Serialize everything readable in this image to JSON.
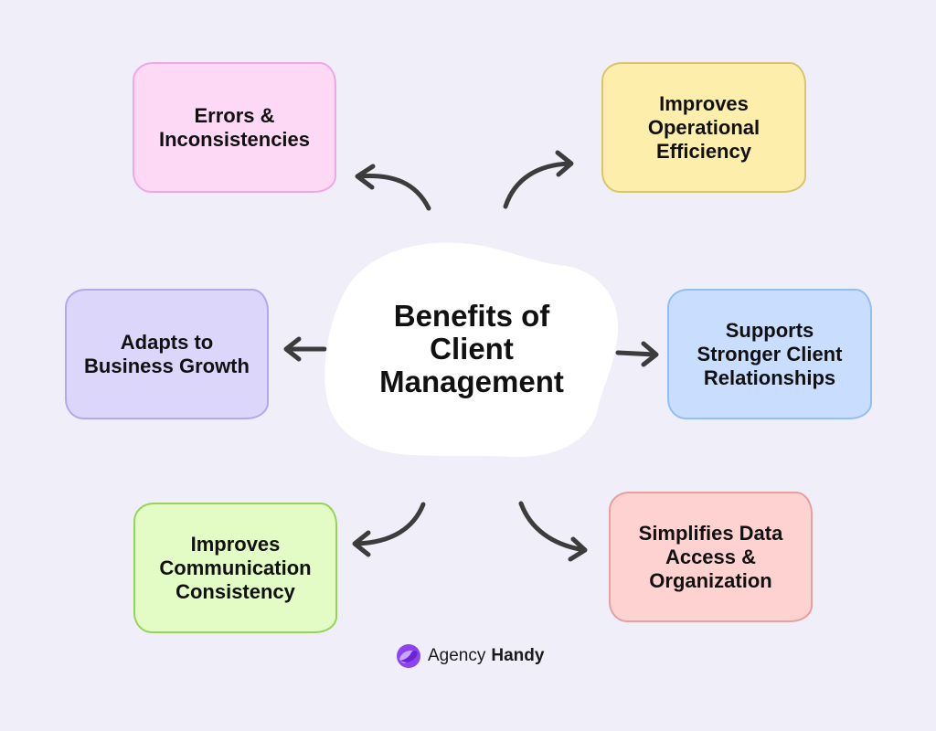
{
  "center": {
    "title": "Benefits of\nClient\nManagement"
  },
  "nodes": {
    "errors": {
      "label": "Errors &\nInconsistencies",
      "fill": "#fdd9f6",
      "border": "#f3a6e6"
    },
    "efficiency": {
      "label": "Improves\nOperational\nEfficiency",
      "fill": "#fdeeab",
      "border": "#d8c66f"
    },
    "adapts": {
      "label": "Adapts to\nBusiness Growth",
      "fill": "#ddd6fb",
      "border": "#b5a6ee"
    },
    "relations": {
      "label": "Supports\nStronger Client\nRelationships",
      "fill": "#c9ddff",
      "border": "#93bef5"
    },
    "comm": {
      "label": "Improves\nCommunication\nConsistency",
      "fill": "#e3fbc4",
      "border": "#96d35a"
    },
    "data": {
      "label": "Simplifies Data\nAccess &\nOrganization",
      "fill": "#ffd2d2",
      "border": "#e5a0a0"
    }
  },
  "colors": {
    "background": "#efeef9",
    "arrow": "#3c3c3c",
    "center_fill": "#ffffff",
    "brand_purple": "#8b45f0"
  },
  "brand": {
    "name": "Agency",
    "name_strong": "Handy",
    "icon": "agency-handy-logo-icon"
  }
}
